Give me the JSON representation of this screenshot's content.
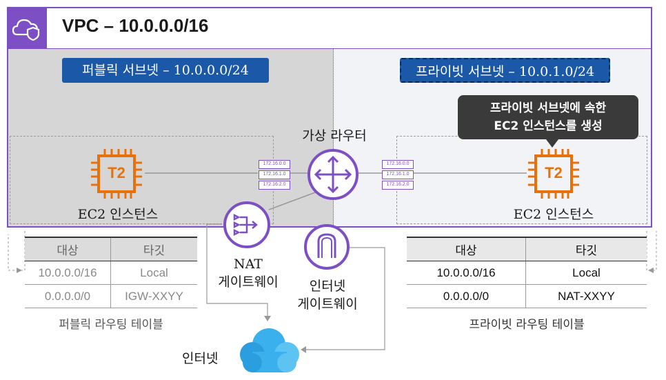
{
  "vpc": {
    "title": "VPC – 10.0.0.0/16"
  },
  "public_subnet": {
    "label": "퍼블릭 서브넷 – 10.0.0.0/24"
  },
  "private_subnet": {
    "label": "프라이빗 서브넷 – 10.0.1.0/24"
  },
  "tooltip": {
    "line1": "프라이빗 서브넷에 속한",
    "line2": "EC2 인스턴스를 생성"
  },
  "router": {
    "label": "가상 라우터"
  },
  "ec2_public": {
    "chip": "T2",
    "label": "EC2 인스턴스"
  },
  "ec2_private": {
    "chip": "T2",
    "label": "EC2 인스턴스"
  },
  "nat": {
    "line1": "NAT",
    "line2": "게이트웨이"
  },
  "igw": {
    "line1": "인터넷",
    "line2": "게이트웨이"
  },
  "internet": {
    "label": "인터넷"
  },
  "route_table_rows_left": [
    "172.16.0.0",
    "172.16.1.0",
    "172.16.2.0"
  ],
  "route_table_rows_right": [
    "172.16.0.0",
    "172.16.1.0",
    "172.16.2.0"
  ],
  "public_route_table": {
    "caption": "퍼블릭 라우팅 테이블",
    "headers": [
      "대상",
      "타깃"
    ],
    "rows": [
      [
        "10.0.0.0/16",
        "Local"
      ],
      [
        "0.0.0.0/0",
        "IGW-XXYY"
      ]
    ]
  },
  "private_route_table": {
    "caption": "프라이빗 라우팅 테이블",
    "headers": [
      "대상",
      "타깃"
    ],
    "rows": [
      [
        "10.0.0.0/16",
        "Local"
      ],
      [
        "0.0.0.0/0",
        "NAT-XXYY"
      ]
    ]
  },
  "colors": {
    "purple": "#7d4fc4",
    "orange": "#e8710a",
    "blue": "#1b59a8",
    "cloud": "#3ab0ec"
  }
}
